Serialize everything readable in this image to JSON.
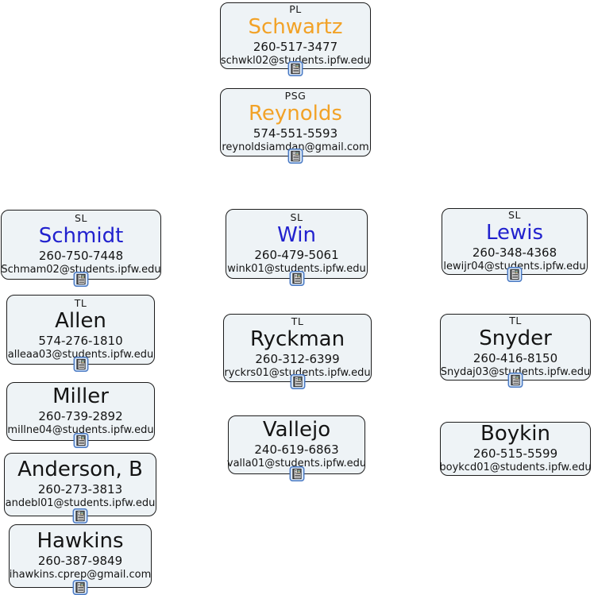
{
  "chart_title": "",
  "colors": {
    "card_background": "#eef3f6",
    "card_border": "#1c1c1c",
    "role_text": "#1a1a1a",
    "name_orange": "#f2a227",
    "name_blue": "#2121ce",
    "name_black": "#141414",
    "icon_frame_blue": "#4a7ac4",
    "icon_frame_fill": "#dce9f8"
  },
  "icon": {
    "semantic": "profile-note-icon"
  },
  "cards": [
    {
      "role": "PL",
      "name": "Schwartz",
      "name_color": "#f2a227",
      "phone": "260-517-3477",
      "email": "schwkl02@students.ipfw.edu",
      "has_icon": true
    },
    {
      "role": "PSG",
      "name": "Reynolds",
      "name_color": "#f2a227",
      "phone": "574-551-5593",
      "email": "reynoldsiamdan@gmail.com",
      "has_icon": true
    },
    {
      "role": "SL",
      "name": "Schmidt",
      "name_color": "#2121ce",
      "phone": "260-750-7448",
      "email": "Schmam02@students.ipfw.edu",
      "has_icon": true
    },
    {
      "role": "SL",
      "name": "Win",
      "name_color": "#2121ce",
      "phone": "260-479-5061",
      "email": "wink01@students.ipfw.edu",
      "has_icon": true
    },
    {
      "role": "SL",
      "name": "Lewis",
      "name_color": "#2121ce",
      "phone": "260-348-4368",
      "email": "lewijr04@students.ipfw.edu",
      "has_icon": true
    },
    {
      "role": "TL",
      "name": "Allen",
      "name_color": "#141414",
      "phone": "574-276-1810",
      "email": "alleaa03@students.ipfw.edu",
      "has_icon": true
    },
    {
      "role": "TL",
      "name": "Ryckman",
      "name_color": "#141414",
      "phone": "260-312-6399",
      "email": "ryckrs01@students.ipfw.edu",
      "has_icon": true
    },
    {
      "role": "TL",
      "name": "Snyder",
      "name_color": "#141414",
      "phone": "260-416-8150",
      "email": "Snydaj03@students.ipfw.edu",
      "has_icon": true
    },
    {
      "role": "",
      "name": "Miller",
      "name_color": "#141414",
      "phone": "260-739-2892",
      "email": "millne04@students.ipfw.edu",
      "has_icon": true
    },
    {
      "role": "",
      "name": "Vallejo",
      "name_color": "#141414",
      "phone": "240-619-6863",
      "email": "valla01@students.ipfw.edu",
      "has_icon": true
    },
    {
      "role": "",
      "name": "Boykin",
      "name_color": "#141414",
      "phone": "260-515-5599",
      "email": "boykcd01@students.ipfw.edu",
      "has_icon": false
    },
    {
      "role": "",
      "name": "Anderson, B",
      "name_color": "#141414",
      "phone": "260-273-3813",
      "email": "andebl01@students.ipfw.edu",
      "has_icon": true
    },
    {
      "role": "",
      "name": "Hawkins",
      "name_color": "#141414",
      "phone": "260-387-9849",
      "email": "ihawkins.cprep@gmail.com",
      "has_icon": true
    }
  ]
}
